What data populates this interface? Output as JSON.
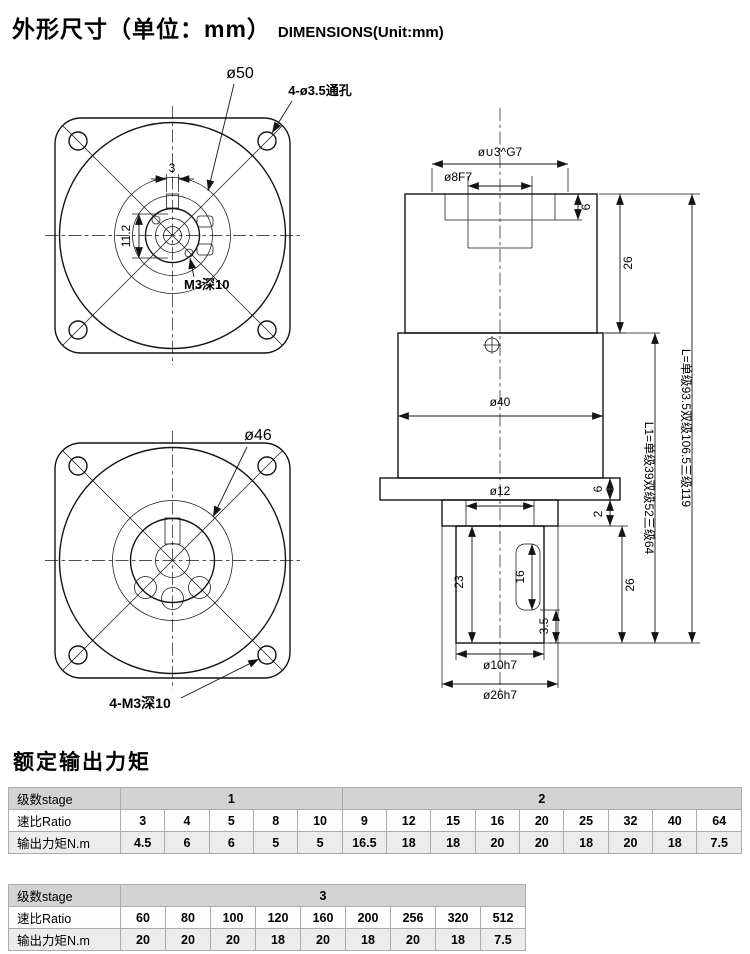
{
  "header": {
    "title_cn": "外形尺寸（单位：mm）",
    "title_en": "DIMENSIONS(Unit:mm)"
  },
  "drawing": {
    "view_a": {
      "dia": "ø50",
      "holes": "4-ø3.5通孔",
      "key_width": "3",
      "depth": "11.2",
      "thread": "M3深10"
    },
    "view_b": {
      "dia": "ø46",
      "holes": "4-M3深10"
    },
    "view_c": {
      "bore_outer": "ø∪3^G7",
      "bore_inner": "ø8F7",
      "step": "6",
      "input_len": "26",
      "body_dia": "ø40",
      "len_l": "L=单级93.5双级106.5三级119",
      "len_l1": "L1=单级39双级52三级64",
      "pilot_dia": "ø12",
      "flange_t": "6",
      "boss_t": "2",
      "shaft_len": "26",
      "shaft_sec": "23",
      "key_len": "16",
      "key_off": "3.5",
      "shaft_dia": "ø10h7",
      "spigot_dia": "ø26h7"
    }
  },
  "torque": {
    "title": "额定输出力矩"
  },
  "table1": {
    "stage_label": "级数stage",
    "ratio_label": "速比Ratio",
    "torque_label": "输出力矩N.m",
    "stage_groups": [
      "1",
      "2"
    ],
    "ratios": [
      "3",
      "4",
      "5",
      "8",
      "10",
      "9",
      "12",
      "15",
      "16",
      "20",
      "25",
      "32",
      "40",
      "64"
    ],
    "torques": [
      "4.5",
      "6",
      "6",
      "5",
      "5",
      "16.5",
      "18",
      "18",
      "20",
      "20",
      "18",
      "20",
      "18",
      "7.5"
    ]
  },
  "table2": {
    "stage_label": "级数stage",
    "ratio_label": "速比Ratio",
    "torque_label": "输出力矩N.m",
    "stage_groups": [
      "3"
    ],
    "ratios": [
      "60",
      "80",
      "100",
      "120",
      "160",
      "200",
      "256",
      "320",
      "512"
    ],
    "torques": [
      "20",
      "20",
      "20",
      "18",
      "20",
      "18",
      "20",
      "18",
      "7.5"
    ]
  }
}
